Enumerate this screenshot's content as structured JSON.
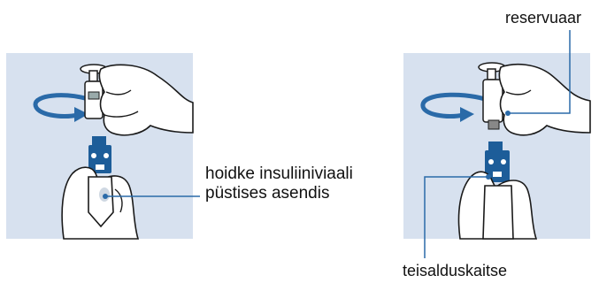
{
  "labels": {
    "hold_line1": "hoidke insuliiniviaali",
    "hold_line2": "püstises asendis",
    "reservoir": "reservuaar",
    "transfer_guard": "teisalduskaitse"
  },
  "colors": {
    "panel_bg": "#d7e1ef",
    "arrow_blue": "#2a6aa8",
    "guard_blue": "#1d5d99",
    "leader_line": "#2a6aa8",
    "skin_fill": "#ffffff",
    "outline": "#1a1a1a"
  },
  "icons": [
    "rotate-arrow-icon",
    "hand-icon",
    "reservoir-icon",
    "transfer-guard-icon",
    "insulin-vial-icon"
  ]
}
